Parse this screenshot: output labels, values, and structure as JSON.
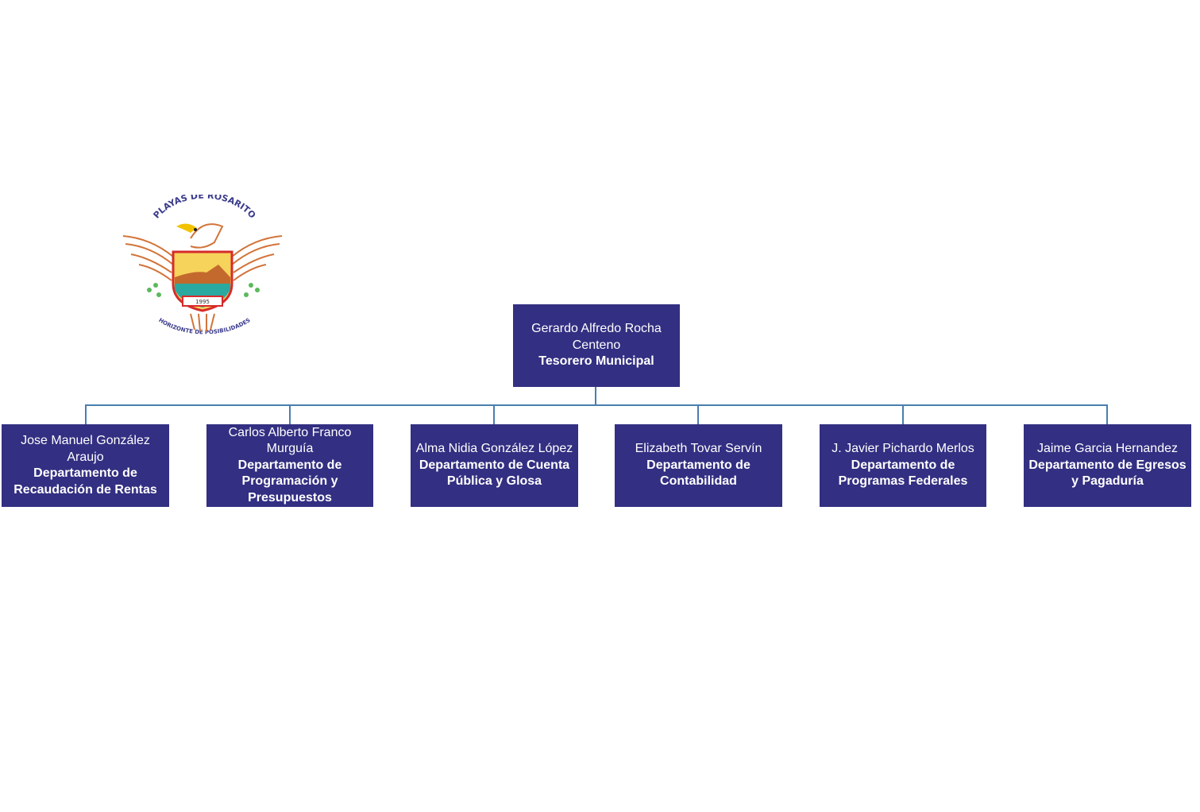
{
  "logo": {
    "top_text": "PLAYAS DE ROSARITO",
    "bottom_text": "HORIZONTE DE POSIBILIDADES",
    "year": "1995"
  },
  "root": {
    "name": "Gerardo Alfredo Rocha Centeno",
    "role": "Tesorero Municipal"
  },
  "children": [
    {
      "name": "Jose Manuel González Araujo",
      "role": "Departamento de Recaudación de Rentas"
    },
    {
      "name": "Carlos Alberto Franco Murguía",
      "role": "Departamento de Programación y Presupuestos"
    },
    {
      "name": "Alma Nidia González López",
      "role": "Departamento de Cuenta Pública y Glosa"
    },
    {
      "name": "Elizabeth Tovar Servín",
      "role": "Departamento de Contabilidad"
    },
    {
      "name": "J. Javier Pichardo Merlos",
      "role": "Departamento de Programas Federales"
    },
    {
      "name": "Jaime Garcia Hernandez",
      "role": "Departamento de Egresos y Pagaduría"
    }
  ],
  "colors": {
    "box": "#332f82",
    "connector": "#4a7eb0"
  }
}
